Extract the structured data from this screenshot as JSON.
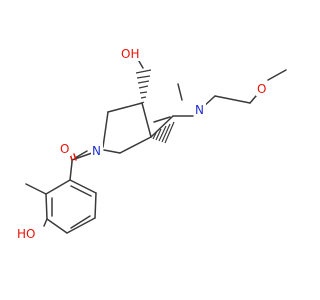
{
  "molecule": {
    "colors": {
      "carbon": "#3a3a3a",
      "oxygen": "#e8140a",
      "nitrogen": "#2030d0"
    },
    "labels": {
      "hydroxymethyl_oh": "OH",
      "tertiary_amine_n": "N",
      "methoxy_o": "O",
      "pyrrolidine_n": "N",
      "carbonyl_o": "O",
      "phenol_ho": "HO"
    }
  }
}
